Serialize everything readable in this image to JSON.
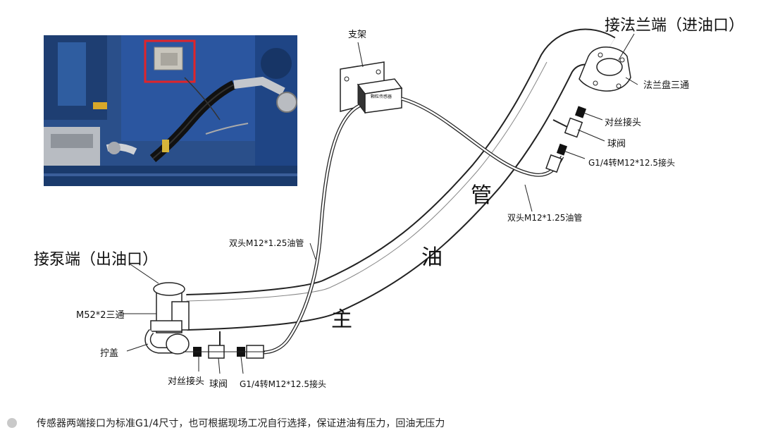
{
  "labels": {
    "bracket": "支架",
    "flange_end": "接法兰端（进油口）",
    "flange_tee": "法兰盘三通",
    "adapter_right": "对丝接头",
    "valve_right": "球阀",
    "conn_right": "G1/4转M12*12.5接头",
    "tube_right": "双头M12*1.25油管",
    "tube_left": "双头M12*1.25油管",
    "pump_end": "接泵端（出油口）",
    "m52_tee": "M52*2三通",
    "cap": "拧盖",
    "adapter_left": "对丝接头",
    "valve_left": "球阀",
    "conn_left": "G1/4转M12*12.5接头",
    "sensor_text": "颗粒传感器"
  },
  "hose_text": [
    "主",
    "油",
    "管"
  ],
  "footnote": "传感器两端接口为标准G1/4尺寸，也可根据现场工况自行选择，保证进油有压力，回油无压力",
  "colors": {
    "photo_blue": "#23477d",
    "highlight_red": "#e0242a",
    "hose_fill": "#ffffff",
    "line": "#222222"
  }
}
